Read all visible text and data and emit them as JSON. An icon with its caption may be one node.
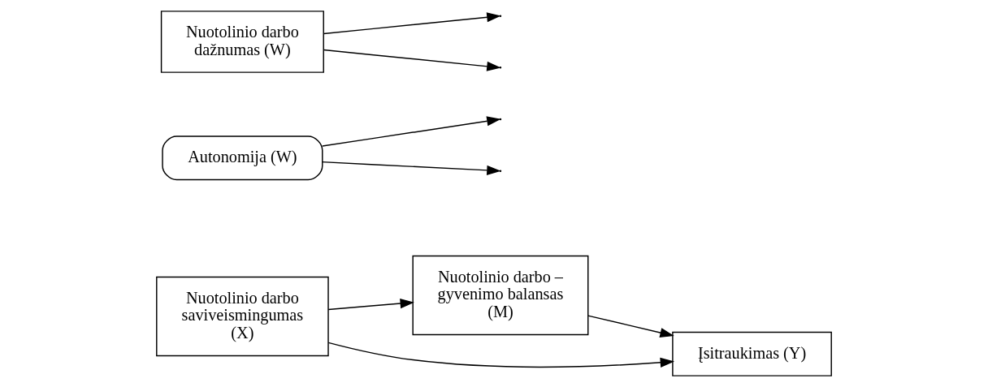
{
  "diagram": {
    "nodes": [
      {
        "text": [
          "Nuotolinio darbo – gyvenimo balansas (M)"
        ]
      },
      {
        "text": [
          "Autonomija (W)"
        ]
      },
      {
        "text": [
          "Nuotolinio darbo saviveismingumas (X)"
        ]
      },
      {
        "text": [
          "Įsitraukimas (Y)"
        ]
      },
      {
        "text": [
          "Nuotolinio darbo dažnumas (W)"
        ]
      }
    ],
    "edges": [
      {
        "from": 2,
        "to": 0,
        "arrow": "to"
      },
      {
        "from": 0,
        "to": 3,
        "arrow": "to"
      },
      {
        "from": 2,
        "to": 3,
        "arrow": "to"
      },
      {
        "from": 4,
        "to": null,
        "arrow": "to"
      },
      {
        "from": 4,
        "to": null,
        "arrow": "to"
      },
      {
        "from": 1,
        "to": null,
        "arrow": "to"
      },
      {
        "from": 1,
        "to": null,
        "arrow": "to"
      }
    ]
  }
}
